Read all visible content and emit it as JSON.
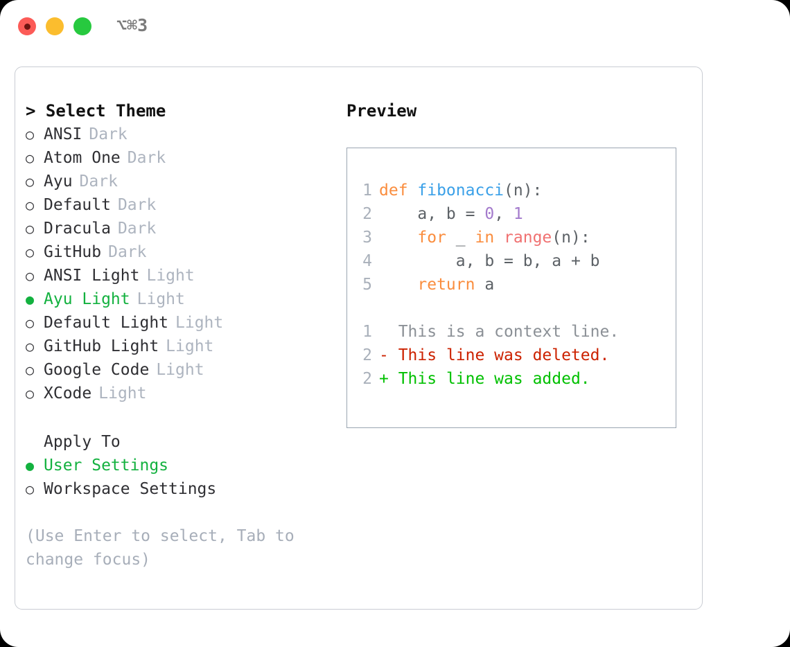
{
  "window": {
    "title": "⌥⌘3",
    "controls": [
      {
        "name": "close",
        "color": "#fc5b57"
      },
      {
        "name": "minimize",
        "color": "#fbbd2e"
      },
      {
        "name": "maximize",
        "color": "#27c93f"
      }
    ]
  },
  "theme_panel": {
    "header": "> Select Theme",
    "options": [
      {
        "marker": "○",
        "label": "ANSI",
        "tag": "Dark",
        "selected": false
      },
      {
        "marker": "○",
        "label": "Atom One",
        "tag": "Dark",
        "selected": false
      },
      {
        "marker": "○",
        "label": "Ayu",
        "tag": "Dark",
        "selected": false
      },
      {
        "marker": "○",
        "label": "Default",
        "tag": "Dark",
        "selected": false
      },
      {
        "marker": "○",
        "label": "Dracula",
        "tag": "Dark",
        "selected": false
      },
      {
        "marker": "○",
        "label": "GitHub",
        "tag": "Dark",
        "selected": false
      },
      {
        "marker": "○",
        "label": "ANSI Light",
        "tag": "Light",
        "selected": false
      },
      {
        "marker": "●",
        "label": "Ayu Light",
        "tag": "Light",
        "selected": true
      },
      {
        "marker": "○",
        "label": "Default Light",
        "tag": "Light",
        "selected": false
      },
      {
        "marker": "○",
        "label": "GitHub Light",
        "tag": "Light",
        "selected": false
      },
      {
        "marker": "○",
        "label": "Google Code",
        "tag": "Light",
        "selected": false
      },
      {
        "marker": "○",
        "label": "XCode",
        "tag": "Light",
        "selected": false
      }
    ]
  },
  "apply_to": {
    "header": "Apply To",
    "options": [
      {
        "marker": "●",
        "label": "User Settings",
        "selected": true
      },
      {
        "marker": "○",
        "label": "Workspace Settings",
        "selected": false
      }
    ]
  },
  "hint": "(Use Enter to select, Tab to change focus)",
  "preview": {
    "header": "Preview",
    "code_lines": [
      {
        "number": "1",
        "tokens": [
          {
            "text": "def ",
            "type": "kw"
          },
          {
            "text": "fibonacci",
            "type": "fn"
          },
          {
            "text": "(n):",
            "type": "pun"
          }
        ]
      },
      {
        "number": "2",
        "tokens": [
          {
            "text": "    a, b = ",
            "type": "pun"
          },
          {
            "text": "0",
            "type": "num"
          },
          {
            "text": ", ",
            "type": "pun"
          },
          {
            "text": "1",
            "type": "num"
          }
        ]
      },
      {
        "number": "3",
        "tokens": [
          {
            "text": "    ",
            "type": "pun"
          },
          {
            "text": "for",
            "type": "kw"
          },
          {
            "text": " _ ",
            "type": "pun"
          },
          {
            "text": "in",
            "type": "kw"
          },
          {
            "text": " ",
            "type": "pun"
          },
          {
            "text": "range",
            "type": "call"
          },
          {
            "text": "(n):",
            "type": "pun"
          }
        ]
      },
      {
        "number": "4",
        "tokens": [
          {
            "text": "        a, b = b, a + b",
            "type": "pun"
          }
        ]
      },
      {
        "number": "5",
        "tokens": [
          {
            "text": "    ",
            "type": "pun"
          },
          {
            "text": "return",
            "type": "kw"
          },
          {
            "text": " a",
            "type": "pun"
          }
        ]
      }
    ],
    "diff_lines": [
      {
        "number": "1",
        "sign": " ",
        "text": " This is a context line.",
        "kind": "context"
      },
      {
        "number": "2",
        "sign": "-",
        "text": " This line was deleted.",
        "kind": "deleted"
      },
      {
        "number": "2",
        "sign": "+",
        "text": " This line was added.",
        "kind": "added"
      }
    ]
  },
  "colors": {
    "selected_green": "#13b13f",
    "tag_gray": "#adb4bf",
    "hint_gray": "#a7aeb9",
    "keyword_orange": "#fa8d3e",
    "function_blue": "#3aa0e8",
    "number_purple": "#a37acc",
    "call_red": "#f07171",
    "punctuation_gray": "#5c6166",
    "diff_deleted": "#cc2200",
    "diff_added": "#00c000",
    "line_number_gray": "#a9b0ba"
  }
}
